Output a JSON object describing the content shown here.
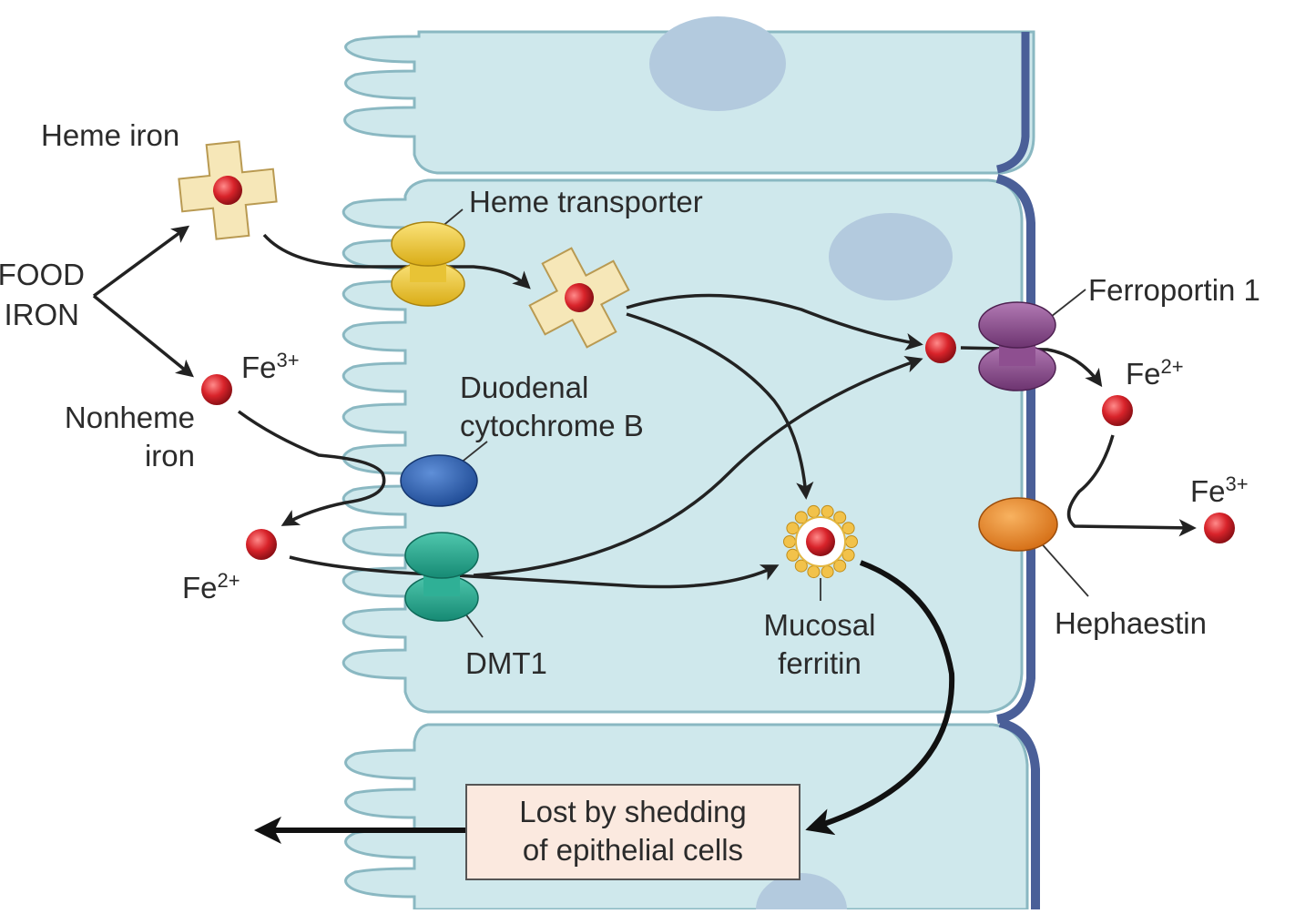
{
  "labels": {
    "heme_iron": "Heme iron",
    "food_iron_line1": "FOOD",
    "food_iron_line2": "IRON",
    "fe3_left": "Fe",
    "fe3_left_sup": "3+",
    "nonheme_line1": "Nonheme",
    "nonheme_line2": "iron",
    "fe2_left": "Fe",
    "fe2_left_sup": "2+",
    "heme_transporter": "Heme transporter",
    "dcytb_line1": "Duodenal",
    "dcytb_line2": "cytochrome B",
    "dmt1": "DMT1",
    "mucosal_line1": "Mucosal",
    "mucosal_line2": "ferritin",
    "ferroportin": "Ferroportin 1",
    "fe2_right": "Fe",
    "fe2_right_sup": "2+",
    "fe3_right": "Fe",
    "fe3_right_sup": "3+",
    "hephaestin": "Hephaestin",
    "shedding_line1": "Lost by shedding",
    "shedding_line2": "of epithelial cells"
  },
  "colors": {
    "cell_fill": "#cfe8ec",
    "cell_edge": "#8ab8c2",
    "basal_membrane": "#4a5f98",
    "nucleus": "#b3cade",
    "heme_transporter": "#f2cf3a",
    "dcytb": "#2f5fae",
    "dmt1": "#23a58e",
    "ferroportin": "#8a4a8c",
    "hephaestin": "#ee8a2a",
    "iron": "#d8232a",
    "heme_ring": "#f6e7b8",
    "ferritin_bead": "#f2c24a",
    "shed_box": "#fbe9df"
  }
}
